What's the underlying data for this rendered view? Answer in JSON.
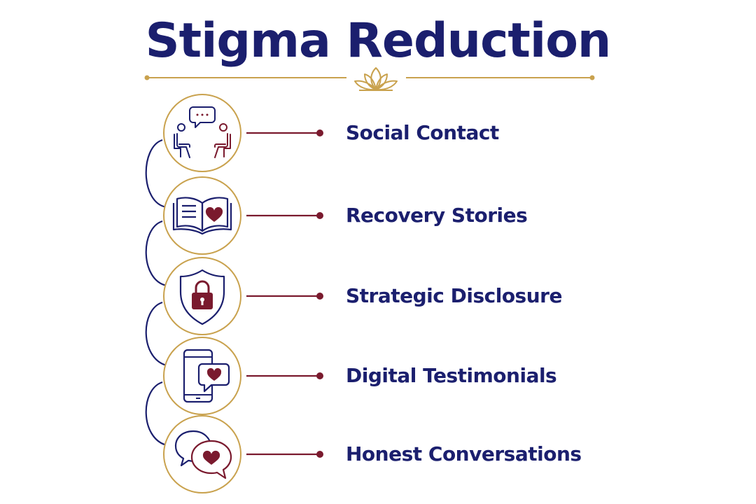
{
  "title": "Stigma Reduction",
  "colors": {
    "navy": "#1b1f6e",
    "maroon": "#7a1a2e",
    "gold": "#c9a24e"
  },
  "divider_icon": "lotus-icon",
  "items": [
    {
      "label": "Social Contact",
      "icon": "conversation-people-icon"
    },
    {
      "label": "Recovery Stories",
      "icon": "book-heart-icon"
    },
    {
      "label": "Strategic Disclosure",
      "icon": "shield-lock-icon"
    },
    {
      "label": "Digital Testimonials",
      "icon": "phone-message-heart-icon"
    },
    {
      "label": "Honest Conversations",
      "icon": "speech-bubbles-heart-icon"
    }
  ]
}
